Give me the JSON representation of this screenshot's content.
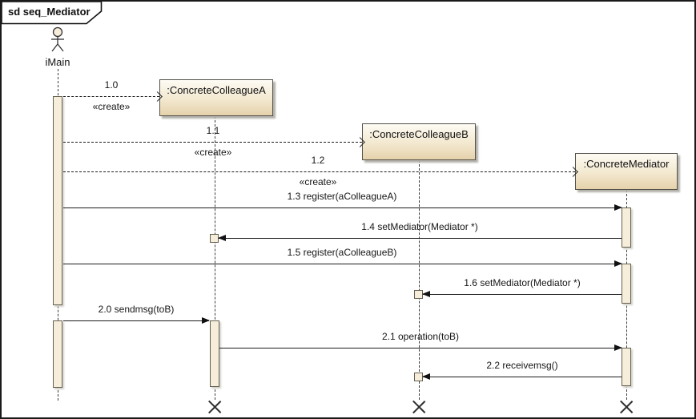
{
  "frame": {
    "title": "sd seq_Mediator"
  },
  "actor": {
    "label": "iMain"
  },
  "objects": [
    {
      "label": ":ConcreteColleagueA"
    },
    {
      "label": ":ConcreteColleagueB"
    },
    {
      "label": ":ConcreteMediator"
    }
  ],
  "messages": [
    {
      "label": "1.0",
      "stereotype": "«create»",
      "kind": "create"
    },
    {
      "label": "1.1",
      "stereotype": "«create»",
      "kind": "create"
    },
    {
      "label": "1.2",
      "stereotype": "«create»",
      "kind": "create"
    },
    {
      "label": "1.3 register(aColleagueA)",
      "kind": "call"
    },
    {
      "label": "1.4 setMediator(Mediator *)",
      "kind": "call"
    },
    {
      "label": "1.5 register(aColleagueB)",
      "kind": "call"
    },
    {
      "label": "1.6 setMediator(Mediator *)",
      "kind": "call"
    },
    {
      "label": "2.0 sendmsg(toB)",
      "kind": "call"
    },
    {
      "label": "2.1 operation(toB)",
      "kind": "call"
    },
    {
      "label": "2.2 receivemsg()",
      "kind": "call"
    }
  ],
  "colors": {
    "background": "#ffffff",
    "frame_border": "#1a1a1a",
    "box_gradient_top": "#fdfbf4",
    "box_gradient_bottom": "#e5d2ab",
    "box_border": "#54524a",
    "activation_fill": "#f6eedb",
    "activation_border": "#63604f",
    "message_line": "#1c1c1c"
  }
}
